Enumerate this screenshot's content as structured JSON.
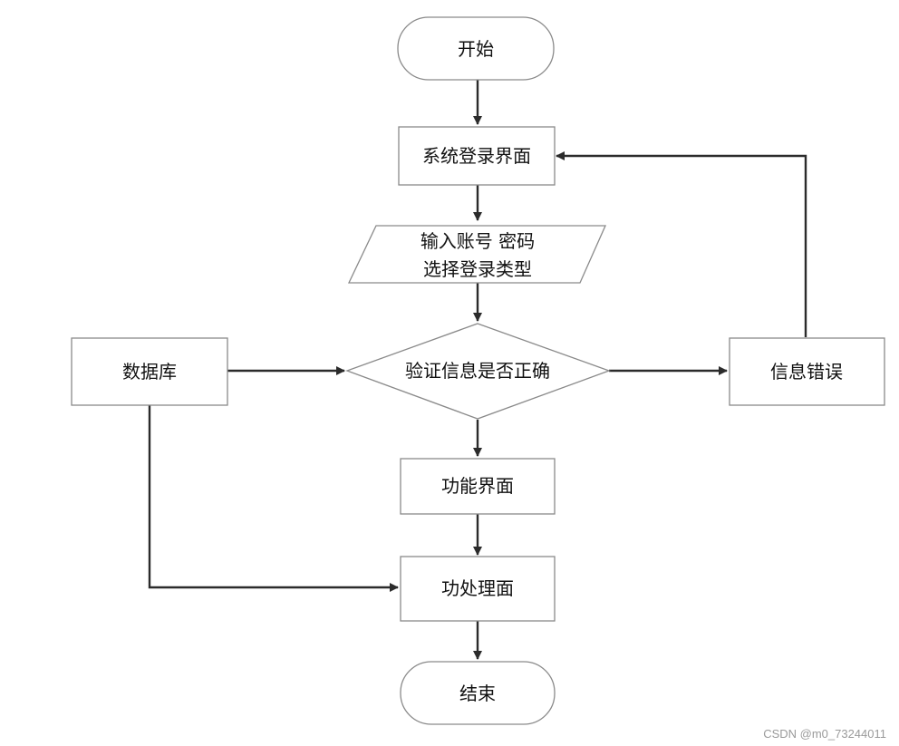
{
  "diagram": {
    "nodes": {
      "start": "开始",
      "login_page": "系统登录界面",
      "input_line1": "输入账号 密码",
      "input_line2": "选择登录类型",
      "verify": "验证信息是否正确",
      "database": "数据库",
      "error": "信息错误",
      "function_page": "功能界面",
      "process_page": "功处理面",
      "end": "结束"
    }
  },
  "watermark": "CSDN @m0_73244011"
}
